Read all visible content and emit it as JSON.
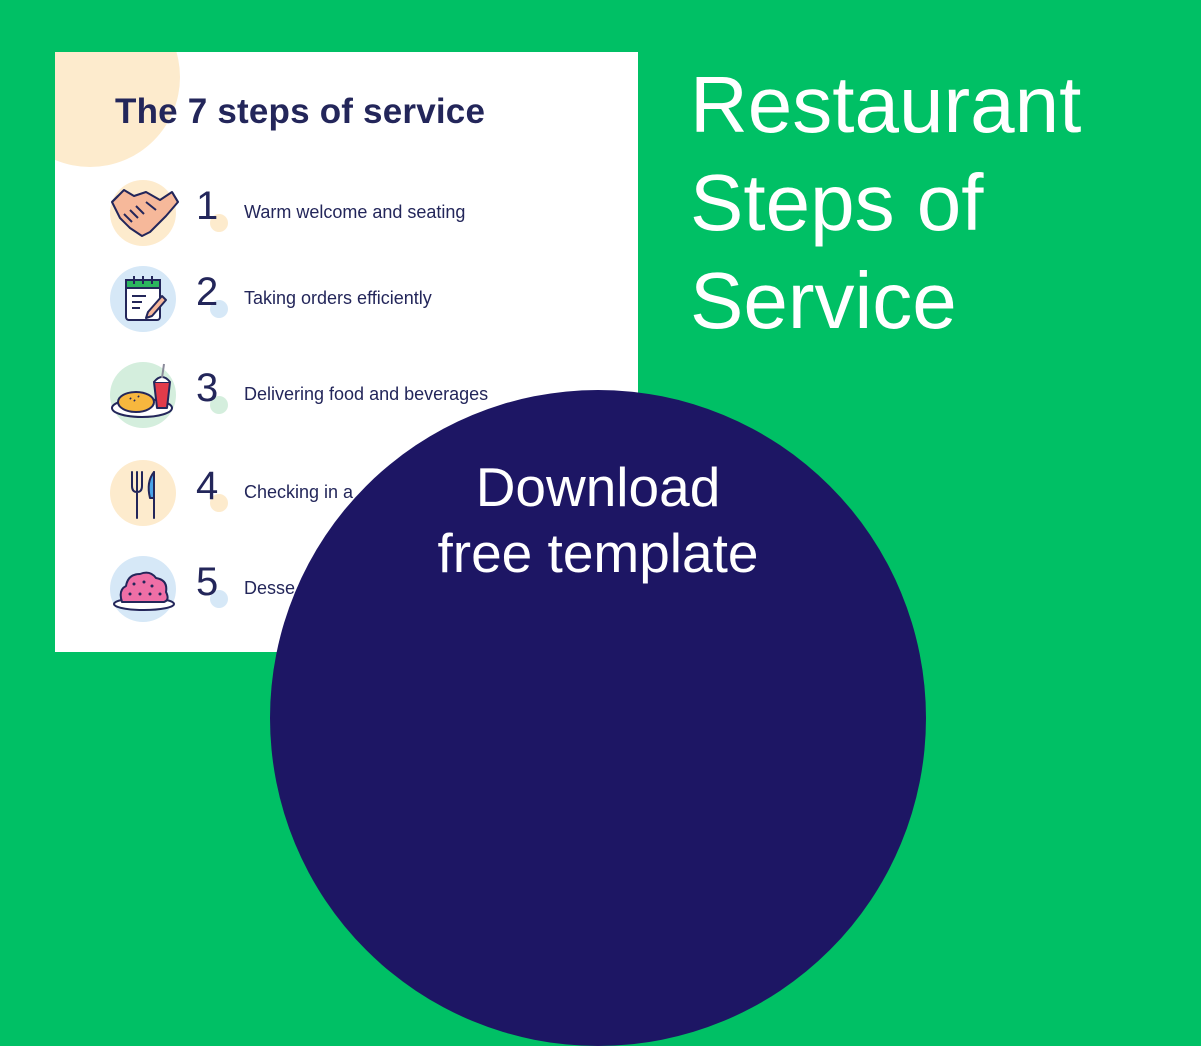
{
  "card": {
    "title": "The 7 steps of service",
    "steps": [
      {
        "number": "1",
        "label": "Warm welcome and seating",
        "icon": "handshake-icon",
        "bg": "#fdebcd"
      },
      {
        "number": "2",
        "label": "Taking orders efficiently",
        "icon": "notepad-icon",
        "bg": "#d6e8f7"
      },
      {
        "number": "3",
        "label": "Delivering food and beverages",
        "icon": "food-plate-icon",
        "bg": "#d4eedd"
      },
      {
        "number": "4",
        "label": "Checking in a",
        "icon": "cutlery-icon",
        "bg": "#fdebcd"
      },
      {
        "number": "5",
        "label": "Desse",
        "icon": "dessert-icon",
        "bg": "#d6e8f7"
      }
    ]
  },
  "headline": {
    "line1": "Restaurant",
    "line2": "Steps of",
    "line3": "Service"
  },
  "cta": {
    "line1": "Download",
    "line2": "free template"
  },
  "colors": {
    "background": "#00c065",
    "navy": "#1d1664",
    "text": "#23265a"
  }
}
